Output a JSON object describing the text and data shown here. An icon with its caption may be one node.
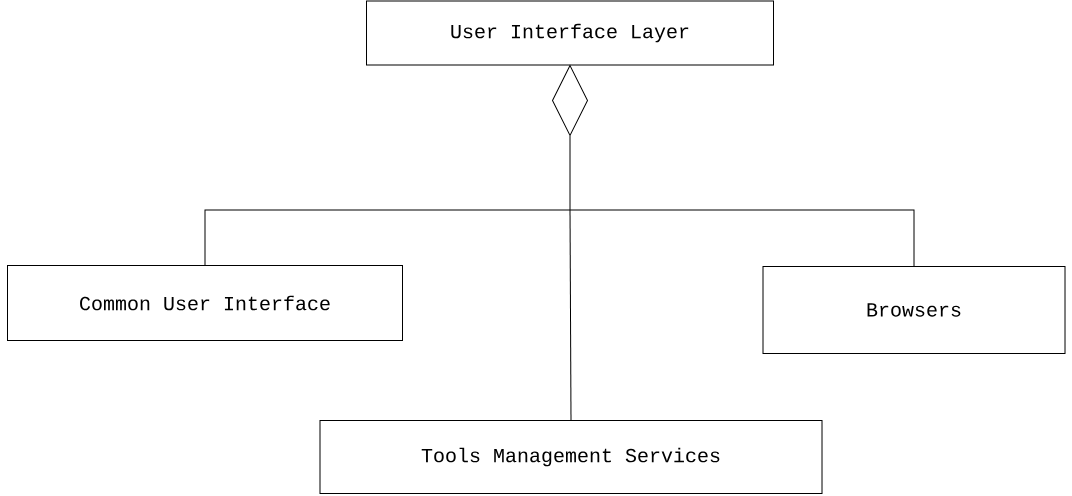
{
  "diagram": {
    "nodes": [
      {
        "text": [
          "User Interface Layer"
        ]
      },
      {
        "text": [
          "Common User Interface"
        ]
      },
      {
        "text": [
          "Browsers"
        ]
      },
      {
        "text": [
          "Tools Management Services"
        ]
      }
    ],
    "edges": [
      {
        "from": 0,
        "to": 1,
        "arrow": "other"
      },
      {
        "from": 0,
        "to": 2,
        "arrow": "other"
      },
      {
        "from": 0,
        "to": 3,
        "arrow": "other"
      }
    ]
  }
}
